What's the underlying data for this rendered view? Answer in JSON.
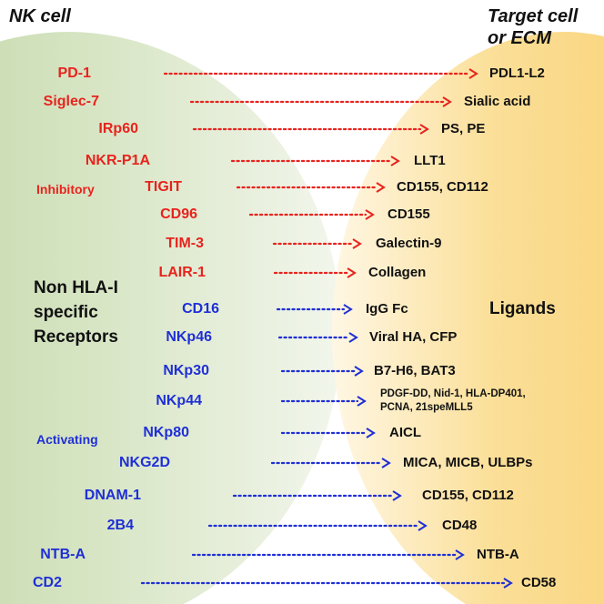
{
  "headers": {
    "left": "NK cell",
    "right_line1": "Target cell",
    "right_line2": "or ECM"
  },
  "groups": {
    "inhibitory": "Inhibitory",
    "activating": "Activating",
    "center_line1": "Non HLA-I",
    "center_line2": "specific",
    "center_line3": "Receptors",
    "ligands": "Ligands"
  },
  "colors": {
    "inhibitory": "#e8231e",
    "activating": "#1f2fd6",
    "nk_cell_fill": "#cfe0b8",
    "target_cell_fill": "#f9d27a"
  },
  "pairs": [
    {
      "receptor": "PD-1",
      "ligand": "PDL1-L2",
      "type": "inhibitory"
    },
    {
      "receptor": "Siglec-7",
      "ligand": "Sialic acid",
      "type": "inhibitory"
    },
    {
      "receptor": "IRp60",
      "ligand": "PS, PE",
      "type": "inhibitory"
    },
    {
      "receptor": "NKR-P1A",
      "ligand": "LLT1",
      "type": "inhibitory"
    },
    {
      "receptor": "TIGIT",
      "ligand": "CD155, CD112",
      "type": "inhibitory"
    },
    {
      "receptor": "CD96",
      "ligand": "CD155",
      "type": "inhibitory"
    },
    {
      "receptor": "TIM-3",
      "ligand": "Galectin-9",
      "type": "inhibitory"
    },
    {
      "receptor": "LAIR-1",
      "ligand": "Collagen",
      "type": "inhibitory"
    },
    {
      "receptor": "CD16",
      "ligand": "IgG Fc",
      "type": "activating"
    },
    {
      "receptor": "NKp46",
      "ligand": "Viral HA, CFP",
      "type": "activating"
    },
    {
      "receptor": "NKp30",
      "ligand": "B7-H6, BAT3",
      "type": "activating"
    },
    {
      "receptor": "NKp44",
      "ligand": "PDGF-DD, Nid-1, HLA-DP401,",
      "ligand_line2": "PCNA, 21speMLL5",
      "type": "activating"
    },
    {
      "receptor": "NKp80",
      "ligand": "AICL",
      "type": "activating"
    },
    {
      "receptor": "NKG2D",
      "ligand": "MICA, MICB, ULBPs",
      "type": "activating"
    },
    {
      "receptor": "DNAM-1",
      "ligand": "CD155, CD112",
      "type": "activating"
    },
    {
      "receptor": "2B4",
      "ligand": "CD48",
      "type": "activating"
    },
    {
      "receptor": "NTB-A",
      "ligand": "NTB-A",
      "type": "activating"
    },
    {
      "receptor": "CD2",
      "ligand": "CD58",
      "type": "activating"
    }
  ]
}
